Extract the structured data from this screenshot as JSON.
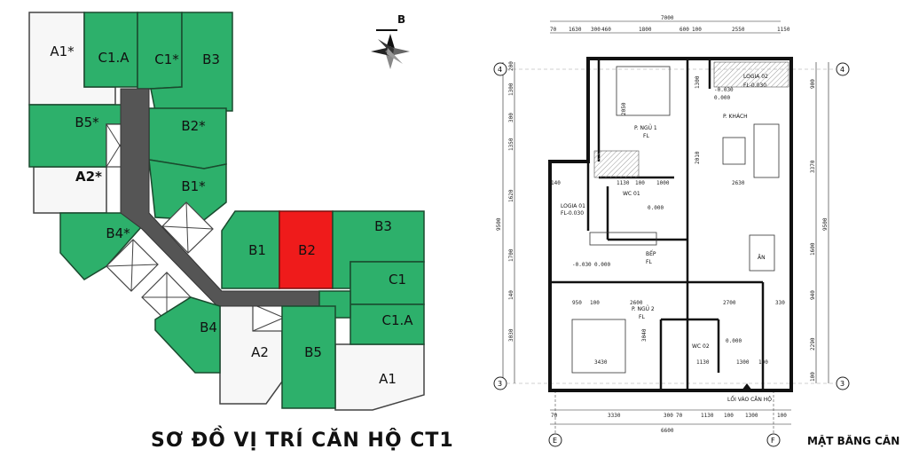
{
  "left": {
    "title": "SƠ ĐỒ VỊ TRÍ CĂN HỘ CT1",
    "compass_label": "B",
    "colors": {
      "green": "#2db06b",
      "highlight": "#ef1b1b",
      "white_unit": "#f7f7f7",
      "corridor": "#555555"
    },
    "units": {
      "A1_top": "A1*",
      "C1A_top": "C1.A",
      "C1_top": "C1*",
      "B3_top": "B3",
      "B5_top": "B5*",
      "B2_top": "B2*",
      "A2_top": "A2*",
      "B1_top": "B1*",
      "B4_top": "B4*",
      "B1_right": "B1",
      "B2_right": "B2",
      "B3_right": "B3",
      "C1_right": "C1",
      "C1A_right": "C1.A",
      "B4_bottom": "B4",
      "A2_bottom": "A2",
      "B5_bottom": "B5",
      "A1_bottom": "A1"
    }
  },
  "right": {
    "title": "MẶT BẰNG CĂN",
    "axes": {
      "top": "4",
      "bottom": "3",
      "e": "E",
      "f": "F"
    },
    "rooms": {
      "logia2": "LOGIA 02",
      "logia2_fl": "FL-0.030",
      "khach": "P. KHÁCH",
      "ngu1": "P. NGỦ 1",
      "fl": "FL",
      "logia1": "LOGIA 01",
      "logia1_fl": "FL-0.030",
      "wc1": "WC 01",
      "bep": "BẾP",
      "an": "ĂN",
      "ngu2": "P. NGỦ 2",
      "wc2": "WC 02",
      "entry": "LỐI VÀO CĂN HỘ",
      "d_0030": "-0.030",
      "d_0000": "0.000"
    },
    "dims_top": {
      "total": "7000",
      "a": "70",
      "b": "1630",
      "c": "300",
      "d": "460",
      "e": "1800",
      "f": "600",
      "g": "100",
      "h": "2550",
      "i": "1150"
    },
    "dims_bottom": {
      "total": "6600",
      "a": "70",
      "b": "3330",
      "c": "300",
      "d": "70",
      "e": "1130",
      "f": "100",
      "g": "1300",
      "h": "100"
    },
    "dims_left": {
      "total": "9500",
      "a": "1300",
      "b": "300",
      "c": "1350",
      "d": "1620",
      "e": "1700",
      "f": "3030",
      "g": "140",
      "h": "200"
    },
    "dims_right": {
      "total": "9500",
      "a": "900",
      "b": "3370",
      "c": "1600",
      "d": "940",
      "e": "2290",
      "f": "100"
    },
    "inner_dims": {
      "d1": "140",
      "d2": "1130",
      "d3": "100",
      "d4": "1000",
      "d5": "2630",
      "d6": "950",
      "d7": "100",
      "d8": "2600",
      "d9": "2700",
      "d10": "330",
      "d11": "3430",
      "d12": "3040",
      "d13": "2010",
      "d14": "1300",
      "d15": "2050",
      "d16": "1130",
      "d17": "1300",
      "d18": "100"
    }
  }
}
